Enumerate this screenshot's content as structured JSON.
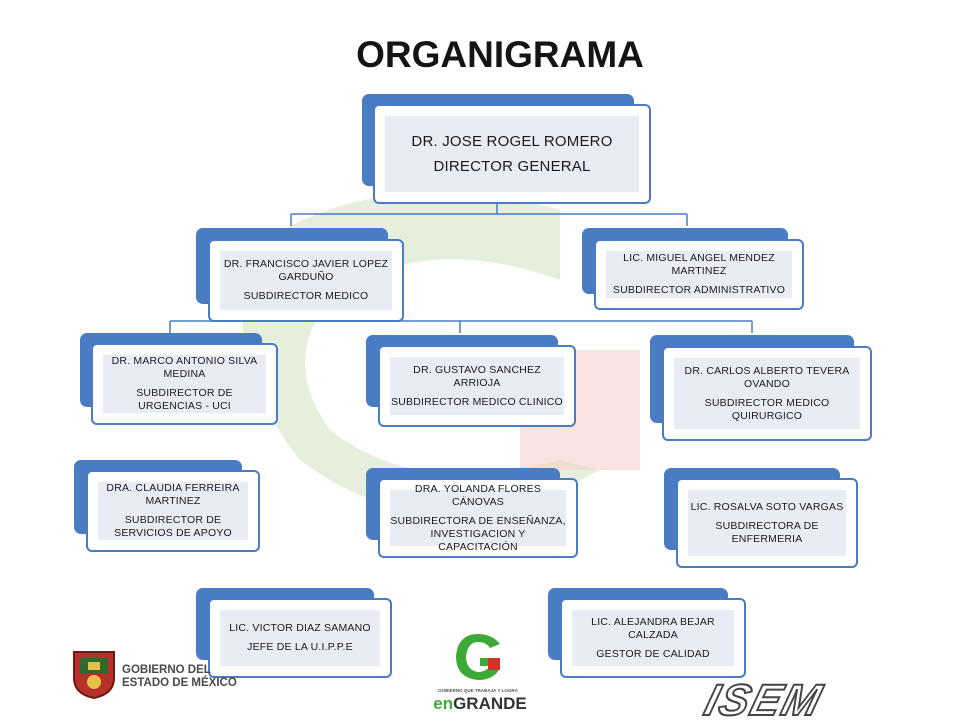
{
  "title": "ORGANIGRAMA",
  "nodes": {
    "director": {
      "name": "DR. JOSE ROGEL ROMERO",
      "role": "DIRECTOR GENERAL"
    },
    "sub_medico": {
      "name": "DR. FRANCISCO JAVIER LOPEZ GARDUÑO",
      "role": "SUBDIRECTOR MEDICO"
    },
    "sub_admin": {
      "name": "LIC. MIGUEL ANGEL MENDEZ MARTINEZ",
      "role": "SUBDIRECTOR ADMINISTRATIVO"
    },
    "urgencias": {
      "name": "DR. MARCO ANTONIO SILVA MEDINA",
      "role": "SUBDIRECTOR DE URGENCIAS - UCI"
    },
    "clinico": {
      "name": "DR. GUSTAVO SANCHEZ ARRIOJA",
      "role": "SUBDIRECTOR MEDICO CLINICO"
    },
    "quirurgico": {
      "name": "DR. CARLOS ALBERTO TEVERA OVANDO",
      "role": "SUBDIRECTOR MEDICO QUIRURGICO"
    },
    "apoyo": {
      "name": "DRA. CLAUDIA FERREIRA MARTINEZ",
      "role": "SUBDIRECTOR DE SERVICIOS DE APOYO"
    },
    "ensenanza": {
      "name": "DRA. YOLANDA FLORES CÁNOVAS",
      "role": "SUBDIRECTORA DE ENSEÑANZA, INVESTIGACION Y CAPACITACIÓN"
    },
    "enfermeria": {
      "name": "LIC. ROSALVA SOTO VARGAS",
      "role": "SUBDIRECTORA DE ENFERMERIA"
    },
    "uippe": {
      "name": "LIC. VICTOR DIAZ SAMANO",
      "role": "JEFE DE LA U.I.P.P.E"
    },
    "calidad": {
      "name": "LIC. ALEJANDRA BEJAR CALZADA",
      "role": "GESTOR DE CALIDAD"
    }
  },
  "logos": {
    "gobierno_line1": "GOBIERNO DEL",
    "gobierno_line2": "ESTADO DE MÉXICO",
    "engrande_tagline": "GOBIERNO QUE TRABAJA Y LOGRA",
    "engrande_en": "en",
    "engrande_grande": "GRANDE",
    "isem": "ISEM"
  },
  "colors": {
    "box_border": "#4a7cc3",
    "box_fill": "#e9ecf5",
    "connector": "#4a7cc3"
  }
}
